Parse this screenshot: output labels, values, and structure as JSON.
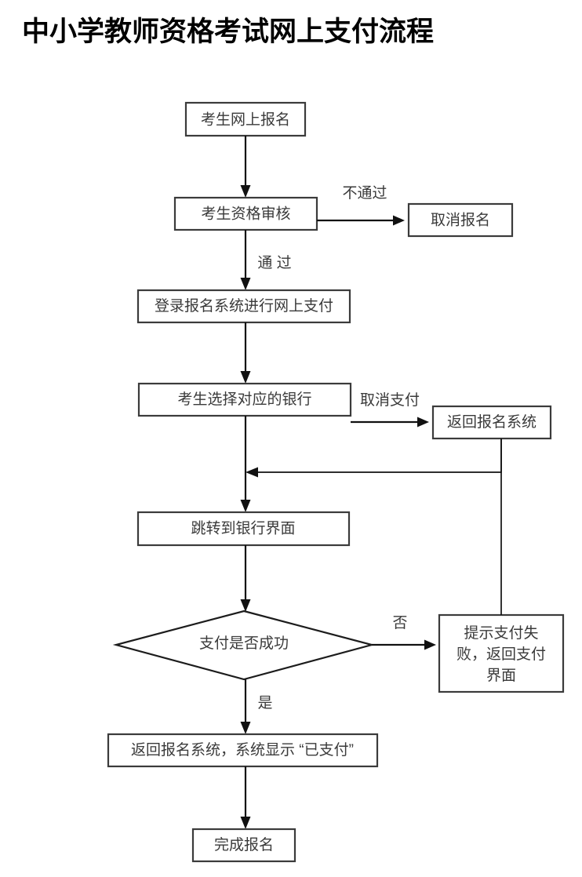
{
  "title": "中小学教师资格考试网上支付流程",
  "diagram": {
    "type": "flowchart",
    "orientation": "top-to-bottom",
    "nodes": [
      {
        "id": "n1",
        "shape": "rect",
        "label": "考生网上报名"
      },
      {
        "id": "n2",
        "shape": "rect",
        "label": "考生资格审核"
      },
      {
        "id": "n3",
        "shape": "rect",
        "label": "取消报名"
      },
      {
        "id": "n4",
        "shape": "rect",
        "label": "登录报名系统进行网上支付"
      },
      {
        "id": "n5",
        "shape": "rect",
        "label": "考生选择对应的银行"
      },
      {
        "id": "n6",
        "shape": "rect",
        "label": "返回报名系统"
      },
      {
        "id": "n7",
        "shape": "rect",
        "label": "跳转到银行界面"
      },
      {
        "id": "n8",
        "shape": "diamond",
        "label": "支付是否成功"
      },
      {
        "id": "n9",
        "shape": "rect",
        "label_line1": "提示支付失",
        "label_line2": "败，返回支付",
        "label_line3": "界面"
      },
      {
        "id": "n10",
        "shape": "rect",
        "label": "返回报名系统，系统显示 “已支付”"
      },
      {
        "id": "n11",
        "shape": "rect",
        "label": "完成报名"
      }
    ],
    "edges": [
      {
        "from": "n1",
        "to": "n2",
        "label": ""
      },
      {
        "from": "n2",
        "to": "n3",
        "label": "不通过"
      },
      {
        "from": "n2",
        "to": "n4",
        "label": "通 过"
      },
      {
        "from": "n4",
        "to": "n5",
        "label": ""
      },
      {
        "from": "n5",
        "to": "n6",
        "label": "取消支付"
      },
      {
        "from": "n5",
        "to": "n7",
        "label": ""
      },
      {
        "from": "n6",
        "to": "n7",
        "label": ""
      },
      {
        "from": "n7",
        "to": "n8",
        "label": ""
      },
      {
        "from": "n8",
        "to": "n9",
        "label": "否"
      },
      {
        "from": "n8",
        "to": "n10",
        "label": "是"
      },
      {
        "from": "n9",
        "to": "n7",
        "label": ""
      },
      {
        "from": "n10",
        "to": "n11",
        "label": ""
      }
    ],
    "colors": {
      "background": "#ffffff",
      "box_stroke": "#3b3b3b",
      "line": "#111111",
      "text": "#3a3a3a",
      "title_text": "#000000"
    }
  }
}
